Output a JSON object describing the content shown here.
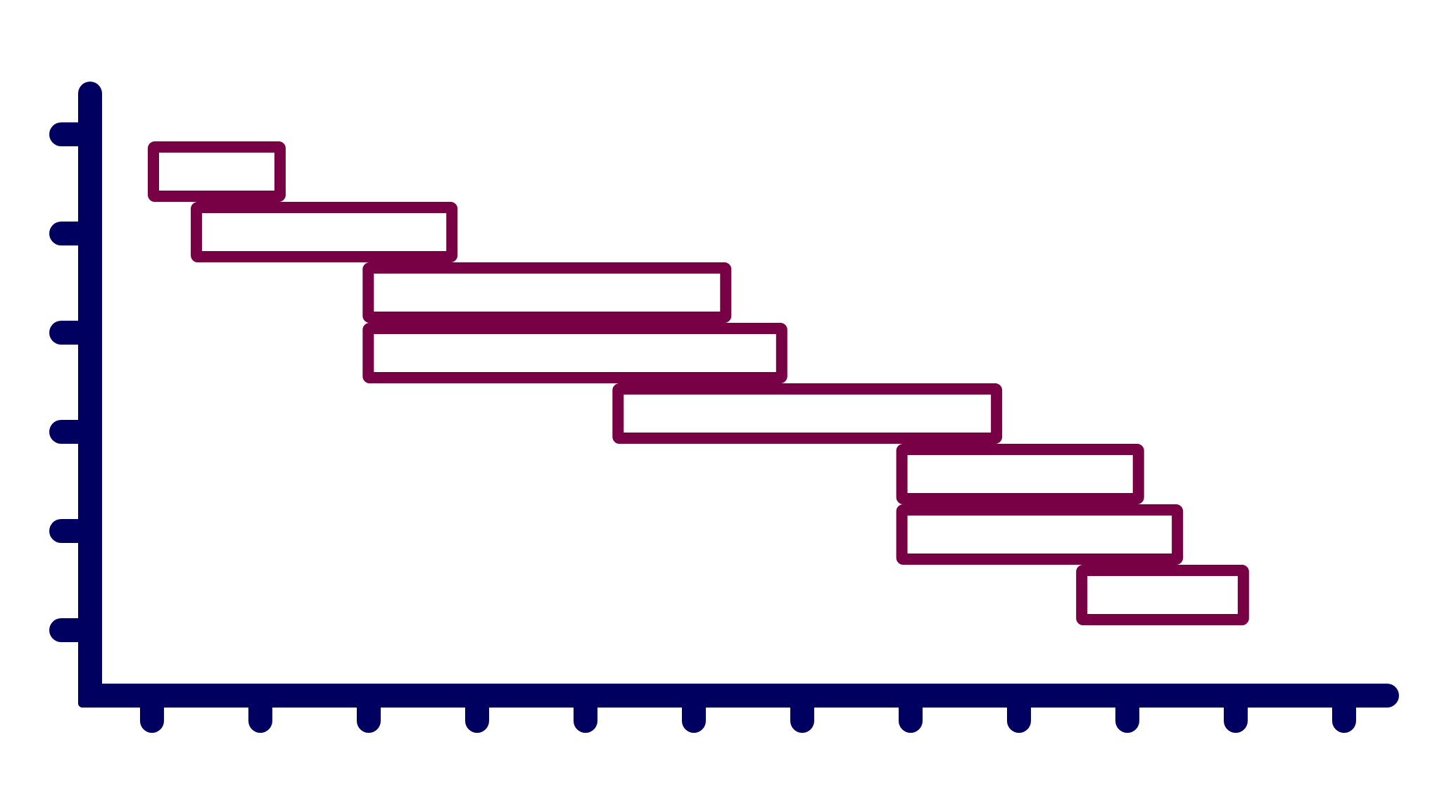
{
  "colors": {
    "background": "#ffffff",
    "axis": "#000060",
    "task_outline": "#780044",
    "task_fill": "#ffffff"
  },
  "chart_data": {
    "type": "gantt",
    "title": "",
    "xlabel": "",
    "ylabel": "",
    "x_ticks": 12,
    "y_ticks": 6,
    "xlim": [
      0,
      12
    ],
    "grid": false,
    "legend": "none",
    "tasks": [
      {
        "row": 0,
        "start": 0.0,
        "end": 1.38
      },
      {
        "row": 1,
        "start": 0.43,
        "end": 3.1
      },
      {
        "row": 2,
        "start": 2.15,
        "end": 5.84
      },
      {
        "row": 3,
        "start": 2.15,
        "end": 6.4
      },
      {
        "row": 4,
        "start": 4.65,
        "end": 8.55
      },
      {
        "row": 5,
        "start": 7.49,
        "end": 9.97
      },
      {
        "row": 6,
        "start": 7.49,
        "end": 10.36
      },
      {
        "row": 7,
        "start": 9.29,
        "end": 11.02
      }
    ]
  }
}
